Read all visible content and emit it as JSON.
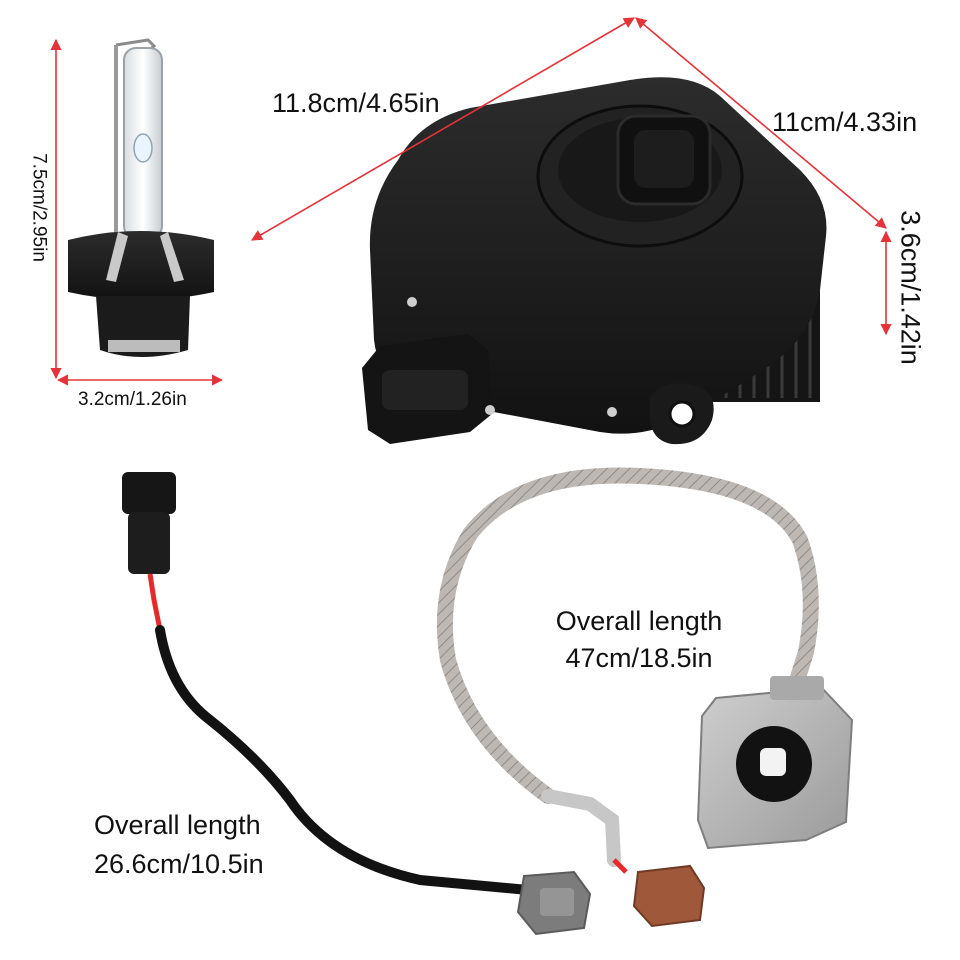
{
  "dimensions": {
    "bulb_height": "7.5cm/2.95in",
    "bulb_width": "3.2cm/1.26in",
    "ballast_length": "11.8cm/4.65in",
    "ballast_width": "11cm/4.33in",
    "ballast_height": "3.6cm/1.42in"
  },
  "cables": {
    "short_cable": {
      "label": "Overall length",
      "length": "26.6cm/10.5in"
    },
    "long_cable": {
      "label": "Overall length",
      "length": "47cm/18.5in"
    }
  },
  "colors": {
    "dimension_line": "#e3343a",
    "product_black": "#1c1c1c",
    "braid_silver": "#b9b5b0",
    "connector_brown": "#a0583a",
    "connector_gray": "#8a8a8a"
  }
}
